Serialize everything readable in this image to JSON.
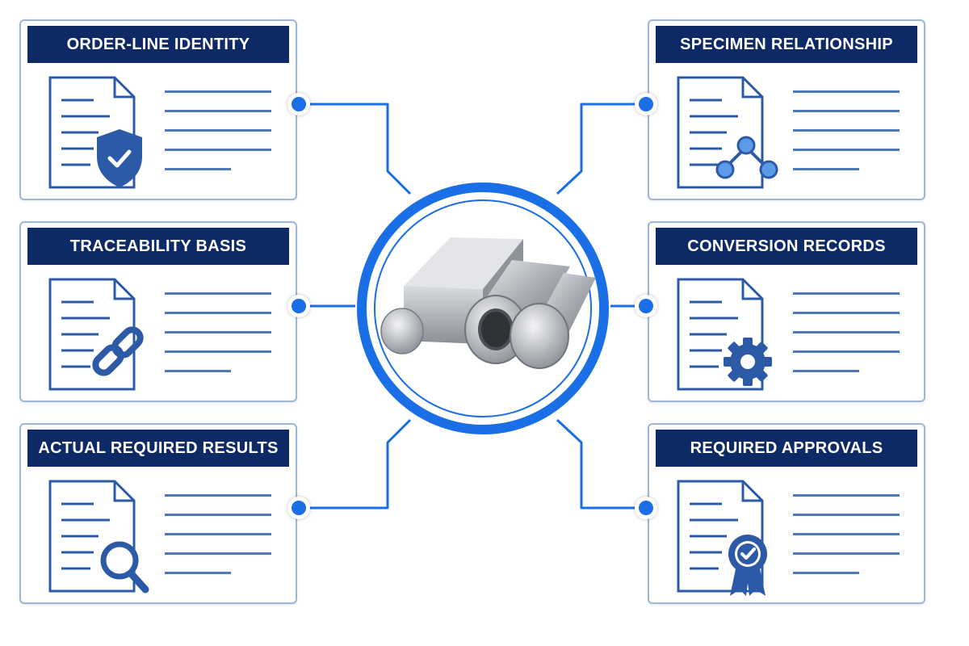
{
  "colors": {
    "header_bg": "#0d2a66",
    "accent_blue": "#1a6fe6",
    "icon_stroke": "#2d5aa6",
    "card_border": "#9fb5d4"
  },
  "center": {
    "icon": "steel-bars-pipe-image"
  },
  "cards": [
    {
      "id": "order-line-identity",
      "title": "ORDER-LINE IDENTITY",
      "icon": "shield-check-icon"
    },
    {
      "id": "traceability-basis",
      "title": "TRACEABILITY BASIS",
      "icon": "link-chain-icon"
    },
    {
      "id": "actual-required-results",
      "title": "ACTUAL REQUIRED RESULTS",
      "icon": "magnifier-icon"
    },
    {
      "id": "specimen-relationship",
      "title": "SPECIMEN RELATIONSHIP",
      "icon": "node-graph-icon"
    },
    {
      "id": "conversion-records",
      "title": "CONVERSION RECORDS",
      "icon": "gear-icon"
    },
    {
      "id": "required-approvals",
      "title": "REQUIRED APPROVALS",
      "icon": "award-badge-icon"
    }
  ]
}
